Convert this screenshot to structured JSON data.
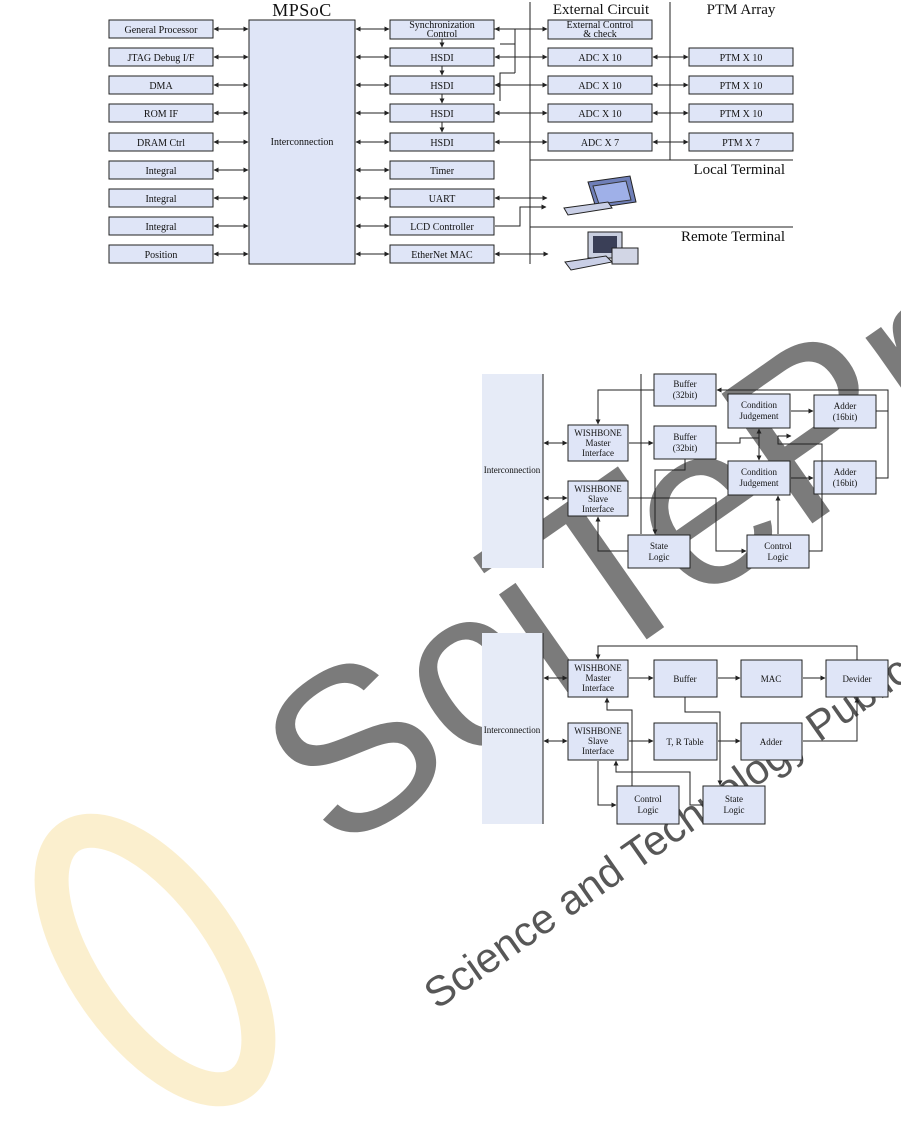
{
  "fig1": {
    "title": "MPSoC",
    "header_external": "External Circuit",
    "header_ptm": "PTM Array",
    "header_local": "Local Terminal",
    "header_remote": "Remote Terminal",
    "left_blocks": [
      "General Processor",
      "JTAG Debug I/F",
      "DMA",
      "ROM IF",
      "DRAM Ctrl",
      "Integral",
      "Integral",
      "Integral",
      "Position"
    ],
    "interconnection": "Interconnection",
    "sync_control": [
      "Synchronization",
      "Control"
    ],
    "hsdi": [
      "HSDI",
      "HSDI",
      "HSDI",
      "HSDI"
    ],
    "timer": "Timer",
    "uart": "UART",
    "lcd": "LCD Controller",
    "ethernet": "EtherNet MAC",
    "ext_control": [
      "External Control",
      "& check"
    ],
    "adc": [
      "ADC X 10",
      "ADC X 10",
      "ADC X 10",
      "ADC X 7"
    ],
    "ptm": [
      "PTM X 10",
      "PTM X 10",
      "PTM X 10",
      "PTM X 7"
    ]
  },
  "fig2": {
    "interconnection": "Interconnection",
    "wb_master": [
      "WISHBONE",
      "Master",
      "Interface"
    ],
    "wb_slave": [
      "WISHBONE",
      "Slave",
      "Interface"
    ],
    "buffer_top": [
      "Buffer",
      "(32bit)"
    ],
    "buffer_mid": [
      "Buffer",
      "(32bit)"
    ],
    "cond_top": [
      "Condition",
      "Judgement"
    ],
    "cond_bottom": [
      "Condition",
      "Judgement"
    ],
    "adder_top": [
      "Adder",
      "(16bit)"
    ],
    "adder_bottom": [
      "Adder",
      "(16bit)"
    ],
    "state_logic": [
      "State",
      "Logic"
    ],
    "control_logic": [
      "Control",
      "Logic"
    ]
  },
  "fig3": {
    "interconnection": "Interconnection",
    "wb_master": [
      "WISHBONE",
      "Master",
      "Interface"
    ],
    "wb_slave": [
      "WISHBONE",
      "Slave",
      "Interface"
    ],
    "buffer": "Buffer",
    "mac": "MAC",
    "devider": "Devider",
    "tr_table": "T, R Table",
    "adder": "Adder",
    "control_logic": [
      "Control",
      "Logic"
    ],
    "state_logic": [
      "State",
      "Logic"
    ]
  },
  "watermark": {
    "main": "SciTePress",
    "sub": "Science and Technology Publications",
    "color": "#e6e6e6",
    "logo_color": "#f7e2a6"
  }
}
